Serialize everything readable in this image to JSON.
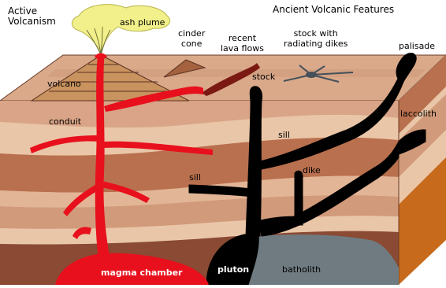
{
  "labels": {
    "active_volcanism": [
      "Active",
      "Volcanism"
    ],
    "ancient_title": "Ancient Volcanic Features",
    "ash_plume": "ash plume",
    "cinder_cone": [
      "cinder",
      "cone"
    ],
    "recent_lava_flows": [
      "recent",
      "lava flows"
    ],
    "stock_with_dikes": [
      "stock with",
      "radiating dikes"
    ],
    "palisade": "palisade",
    "stock": "stock",
    "volcano": "volcano",
    "conduit": "conduit",
    "laccolith": "laccolith",
    "sill_upper": "sill",
    "sill_lower": "sill",
    "dike": "dike",
    "magma_chamber": "magma chamber",
    "pluton": "pluton",
    "batholith": "batholith"
  },
  "colors": {
    "magma": "#e8101c",
    "intrusion": "#000000",
    "batholith": "#6f7b80",
    "ash": "#f2f08a",
    "lava_flow": "#7a1a12",
    "layer_tan": "#e9c6a8",
    "layer_brown": "#b9704e",
    "layer_dark": "#8a4a34",
    "side_orange": "#c86a1c"
  }
}
